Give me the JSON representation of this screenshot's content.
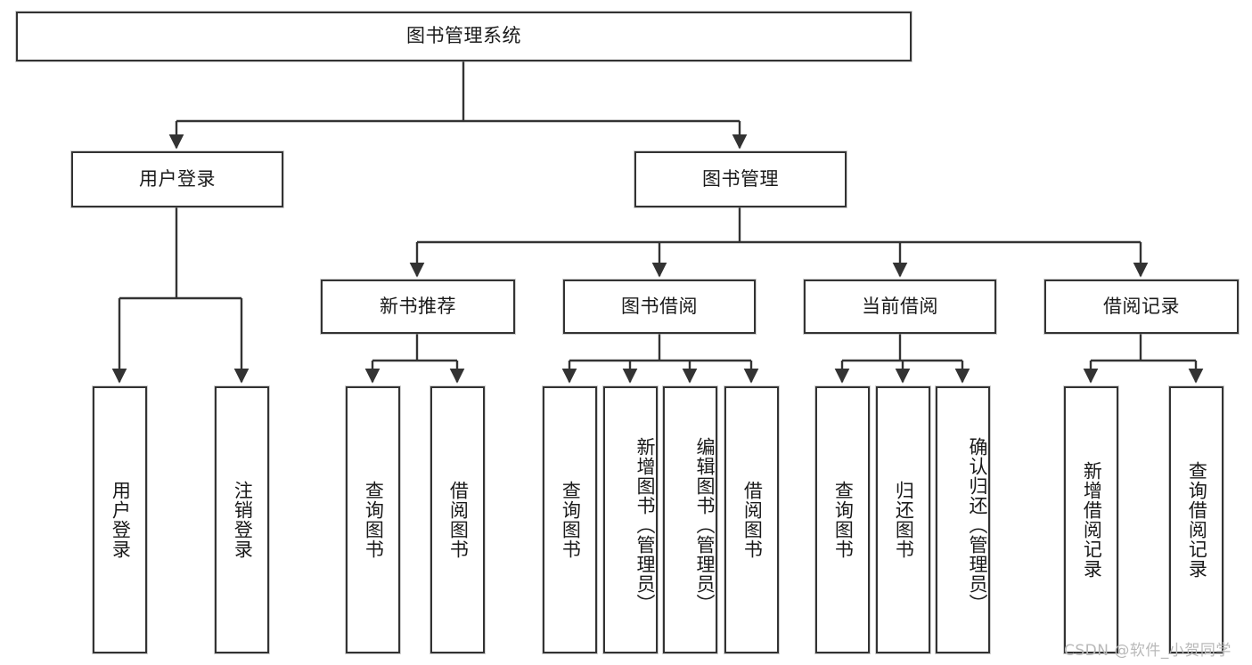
{
  "diagram": {
    "title": "图书管理系统",
    "type": "hierarchy-tree",
    "watermark": "CSDN @软件_小贺同学",
    "root": {
      "label": "图书管理系统"
    },
    "level2": [
      {
        "label": "用户登录"
      },
      {
        "label": "图书管理"
      }
    ],
    "level3": [
      {
        "label": "新书推荐"
      },
      {
        "label": "图书借阅"
      },
      {
        "label": "当前借阅"
      },
      {
        "label": "借阅记录"
      }
    ],
    "leaves": {
      "user_login": [
        {
          "label": "用户登录"
        },
        {
          "label": "注销登录"
        }
      ],
      "new_book_recommend": [
        {
          "label": "查询图书"
        },
        {
          "label": "借阅图书"
        }
      ],
      "book_borrow": [
        {
          "label": "查询图书"
        },
        {
          "label": "新增图书（管理员）"
        },
        {
          "label": "编辑图书（管理员）"
        },
        {
          "label": "借阅图书"
        }
      ],
      "current_borrow": [
        {
          "label": "查询图书"
        },
        {
          "label": "归还图书"
        },
        {
          "label": "确认归还（管理员）"
        }
      ],
      "borrow_records": [
        {
          "label": "新增借阅记录"
        },
        {
          "label": "查询借阅记录"
        }
      ]
    },
    "colors": {
      "border": "#333333",
      "background": "#ffffff",
      "text": "#1a1a1a",
      "connector": "#333333",
      "watermark": "#b9b9b9"
    }
  }
}
